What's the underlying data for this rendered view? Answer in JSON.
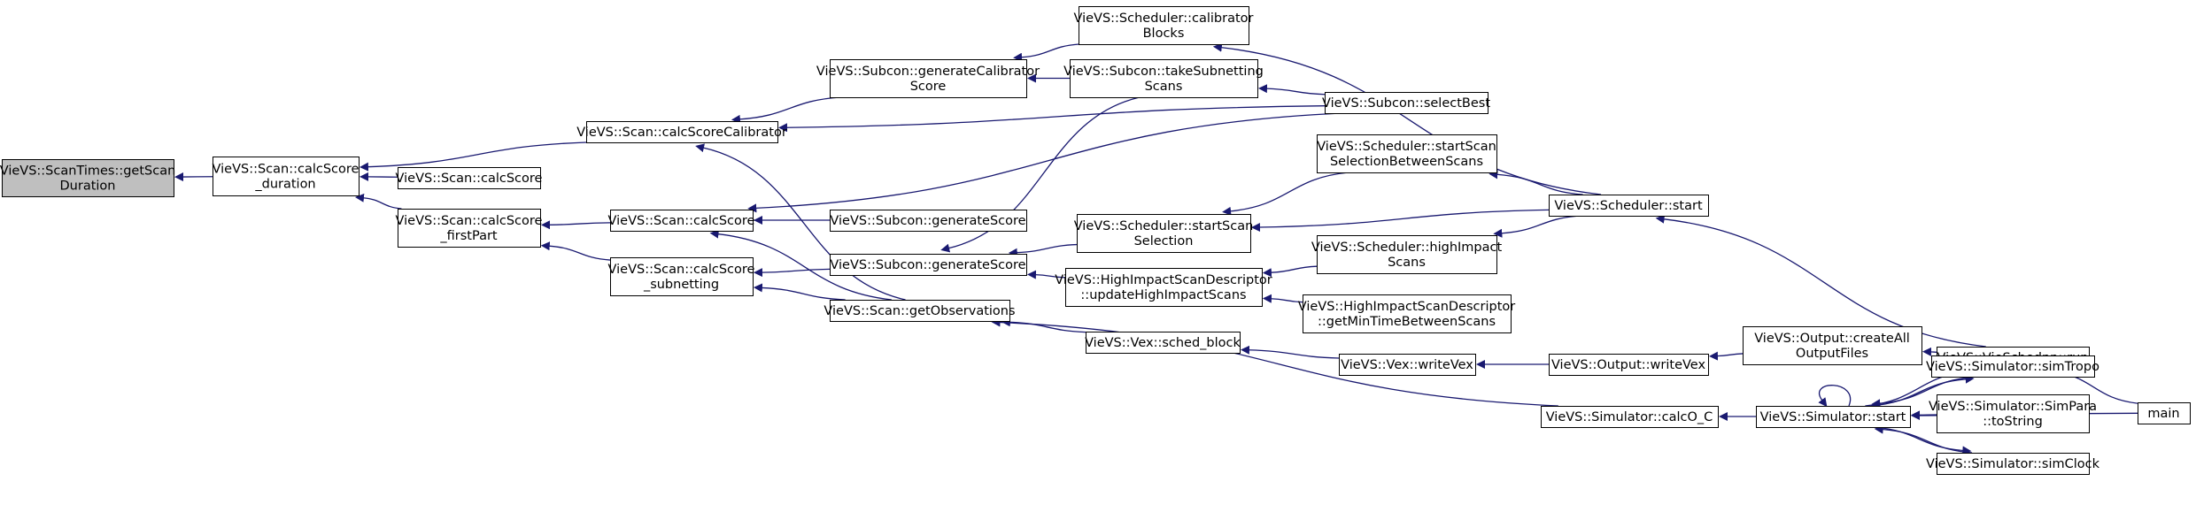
{
  "graph": {
    "colors": {
      "edge": "#191970",
      "root_fill": "#bfbfbf",
      "node_fill": "#ffffff",
      "node_border": "#000000"
    },
    "nodes": [
      {
        "id": "n0",
        "lines": [
          "VieVS::ScanTimes::getScan",
          "Duration"
        ],
        "root": true
      },
      {
        "id": "n1",
        "lines": [
          "VieVS::Scan::calcScore",
          "_duration"
        ]
      },
      {
        "id": "n2",
        "lines": [
          "VieVS::Scan::calcScoreCalibrator"
        ]
      },
      {
        "id": "n3",
        "lines": [
          "VieVS::Scan::calcScore"
        ]
      },
      {
        "id": "n4",
        "lines": [
          "VieVS::Scan::calcScore",
          "_firstPart"
        ]
      },
      {
        "id": "n5",
        "lines": [
          "VieVS::Subcon::generateCalibrator",
          "Score"
        ]
      },
      {
        "id": "n6",
        "lines": [
          "VieVS::Scan::calcScore"
        ]
      },
      {
        "id": "n7",
        "lines": [
          "VieVS::Scan::calcScore",
          "_subnetting"
        ]
      },
      {
        "id": "n8",
        "lines": [
          "VieVS::Scheduler::calibrator",
          "Blocks"
        ]
      },
      {
        "id": "n9",
        "lines": [
          "VieVS::Subcon::takeSubnetting",
          "Scans"
        ]
      },
      {
        "id": "n10",
        "lines": [
          "VieVS::Subcon::generateScore"
        ]
      },
      {
        "id": "n11",
        "lines": [
          "VieVS::Subcon::generateScore"
        ]
      },
      {
        "id": "n12",
        "lines": [
          "VieVS::Scan::getObservations"
        ]
      },
      {
        "id": "n13",
        "lines": [
          "VieVS::Subcon::selectBest"
        ]
      },
      {
        "id": "n14",
        "lines": [
          "VieVS::Scheduler::startScan",
          "SelectionBetweenScans"
        ]
      },
      {
        "id": "n15",
        "lines": [
          "VieVS::Scheduler::startScan",
          "Selection"
        ]
      },
      {
        "id": "n16",
        "lines": [
          "VieVS::HighImpactScanDescriptor",
          "::updateHighImpactScans"
        ]
      },
      {
        "id": "n17",
        "lines": [
          "VieVS::Scheduler::highImpact",
          "Scans"
        ]
      },
      {
        "id": "n18",
        "lines": [
          "VieVS::HighImpactScanDescriptor",
          "::getMinTimeBetweenScans"
        ]
      },
      {
        "id": "n19",
        "lines": [
          "VieVS::Scheduler::start"
        ]
      },
      {
        "id": "n20",
        "lines": [
          "VieVS::Vex::sched_block"
        ]
      },
      {
        "id": "n21",
        "lines": [
          "VieVS::Vex::writeVex"
        ]
      },
      {
        "id": "n22",
        "lines": [
          "VieVS::Output::writeVex"
        ]
      },
      {
        "id": "n23",
        "lines": [
          "VieVS::Output::createAll",
          "OutputFiles"
        ]
      },
      {
        "id": "n24",
        "lines": [
          "VieVS::VieSchedpp::run"
        ]
      },
      {
        "id": "n25",
        "lines": [
          "VieVS::Simulator::calcO_C"
        ]
      },
      {
        "id": "n26",
        "lines": [
          "VieVS::Simulator::start"
        ]
      },
      {
        "id": "n27",
        "lines": [
          "VieVS::Simulator::simTropo"
        ]
      },
      {
        "id": "n28",
        "lines": [
          "VieVS::Simulator::SimPara",
          "::toString"
        ]
      },
      {
        "id": "n29",
        "lines": [
          "VieVS::Simulator::simClock"
        ]
      },
      {
        "id": "n30",
        "lines": [
          "main"
        ]
      }
    ],
    "edges": [
      {
        "from": "n1",
        "to": "n0"
      },
      {
        "from": "n2",
        "to": "n1"
      },
      {
        "from": "n3",
        "to": "n1"
      },
      {
        "from": "n4",
        "to": "n1"
      },
      {
        "from": "n5",
        "to": "n2"
      },
      {
        "from": "n13",
        "to": "n2"
      },
      {
        "from": "n12",
        "to": "n2"
      },
      {
        "from": "n6",
        "to": "n4"
      },
      {
        "from": "n7",
        "to": "n4"
      },
      {
        "from": "n8",
        "to": "n5"
      },
      {
        "from": "n9",
        "to": "n5"
      },
      {
        "from": "n10",
        "to": "n6"
      },
      {
        "from": "n13",
        "to": "n6"
      },
      {
        "from": "n12",
        "to": "n6"
      },
      {
        "from": "n11",
        "to": "n7"
      },
      {
        "from": "n12",
        "to": "n7"
      },
      {
        "from": "n19",
        "to": "n8"
      },
      {
        "from": "n13",
        "to": "n9"
      },
      {
        "from": "n9",
        "to": "n11"
      },
      {
        "from": "n15",
        "to": "n11"
      },
      {
        "from": "n16",
        "to": "n11"
      },
      {
        "from": "n20",
        "to": "n12"
      },
      {
        "from": "n25",
        "to": "n12"
      },
      {
        "from": "n19",
        "to": "n14"
      },
      {
        "from": "n14",
        "to": "n15"
      },
      {
        "from": "n19",
        "to": "n15"
      },
      {
        "from": "n17",
        "to": "n16"
      },
      {
        "from": "n18",
        "to": "n16"
      },
      {
        "from": "n19",
        "to": "n17"
      },
      {
        "from": "n24",
        "to": "n19"
      },
      {
        "from": "n21",
        "to": "n20"
      },
      {
        "from": "n22",
        "to": "n21"
      },
      {
        "from": "n23",
        "to": "n22"
      },
      {
        "from": "n24",
        "to": "n23"
      },
      {
        "from": "n30",
        "to": "n24"
      },
      {
        "from": "n26",
        "to": "n24"
      },
      {
        "from": "n26",
        "to": "n25"
      },
      {
        "from": "n26",
        "to": "n26"
      },
      {
        "from": "n27",
        "to": "n26"
      },
      {
        "from": "n28",
        "to": "n26"
      },
      {
        "from": "n29",
        "to": "n26"
      },
      {
        "from": "n30",
        "to": "n26"
      },
      {
        "from": "n26",
        "to": "n27"
      },
      {
        "from": "n26",
        "to": "n29"
      }
    ]
  }
}
